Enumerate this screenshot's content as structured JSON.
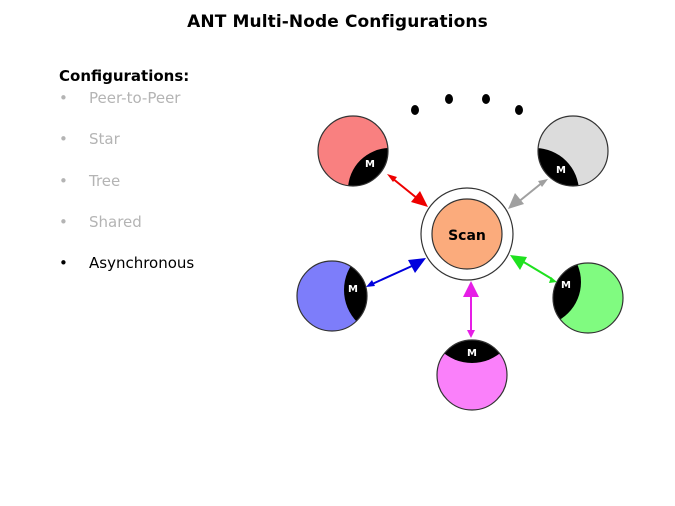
{
  "slide": {
    "title": "ANT Multi-Node Configurations",
    "configurations_heading": "Configurations:",
    "bullet_glyph": "•",
    "configurations": [
      {
        "label": "Peer-to-Peer",
        "active": false
      },
      {
        "label": "Star",
        "active": false
      },
      {
        "label": "Tree",
        "active": false
      },
      {
        "label": "Shared",
        "active": false
      },
      {
        "label": "Asynchronous",
        "active": true
      }
    ]
  },
  "diagram": {
    "center_node": {
      "label": "Scan",
      "fill": "#fbab7c"
    },
    "master_label": "M",
    "continuation_dots": 4,
    "nodes": [
      {
        "name": "red-node",
        "fill": "#f98080",
        "arrow_color": "#ee0000"
      },
      {
        "name": "gray-node",
        "fill": "#dcdcdc",
        "arrow_color": "#a0a0a0"
      },
      {
        "name": "blue-node",
        "fill": "#7d7dfa",
        "arrow_color": "#0000dd"
      },
      {
        "name": "green-node",
        "fill": "#80fb80",
        "arrow_color": "#1fe11f"
      },
      {
        "name": "magenta-node",
        "fill": "#fa80fa",
        "arrow_color": "#e61ee6"
      }
    ]
  }
}
